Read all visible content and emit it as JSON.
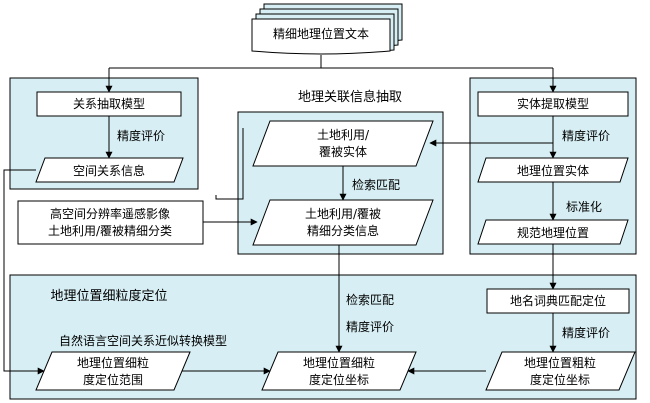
{
  "colors": {
    "panel_fill": "#d7eff4",
    "box_fill": "#ffffff",
    "stroke": "#000000"
  },
  "source": {
    "label": "精细地理位置文本"
  },
  "panel_relation_extraction": {
    "title": "地理关联信息抽取"
  },
  "relation_model": {
    "label": "关系抽取模型"
  },
  "relation_eval": {
    "label": "精度评价"
  },
  "spatial_relation_info": {
    "label": "空间关系信息"
  },
  "landuse_entity": {
    "line1": "土地利用/",
    "line2": "覆被实体"
  },
  "retrieval_match_1": {
    "label": "检索匹配"
  },
  "remote_sensing": {
    "line1": "高空间分辨率遥感影像",
    "line2": "土地利用/覆被精细分类"
  },
  "landuse_class_info": {
    "line1": "土地利用/覆被",
    "line2": "精细分类信息"
  },
  "entity_model": {
    "label": "实体提取模型"
  },
  "entity_eval": {
    "label": "精度评价"
  },
  "geo_entity": {
    "label": "地理位置实体"
  },
  "standardization": {
    "label": "标准化"
  },
  "normalized_location": {
    "label": "规范地理位置"
  },
  "panel_fine_location": {
    "title": "地理位置细粒度定位"
  },
  "gazetteer": {
    "label": "地名词典匹配定位"
  },
  "gazetteer_eval": {
    "label": "精度评价"
  },
  "retrieval_match_2": {
    "label": "检索匹配"
  },
  "fine_eval": {
    "label": "精度评价"
  },
  "nl_model": {
    "label": "自然语言空间关系近似转换模型"
  },
  "fine_range": {
    "line1": "地理位置细粒",
    "line2": "度定位范围"
  },
  "fine_coord": {
    "line1": "地理位置细粒",
    "line2": "度定位坐标"
  },
  "coarse_coord": {
    "line1": "地理位置粗粒",
    "line2": "度定位坐标"
  }
}
